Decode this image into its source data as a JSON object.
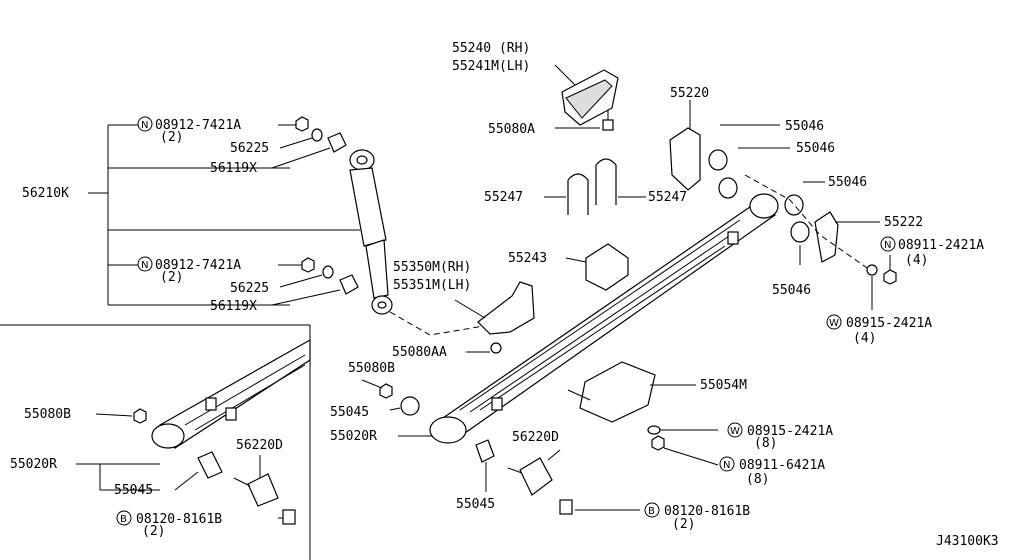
{
  "labels": {
    "p55240": "55240 (RH)",
    "p55241m": "55241M(LH)",
    "p55080a": "55080A",
    "p55220": "55220",
    "p55046_a": "55046",
    "p55046_b": "55046",
    "p55046_c": "55046",
    "p55046_d": "55046",
    "p55222": "55222",
    "p56210k": "56210K",
    "n_08912_top": "08912-7421A",
    "n_08912_top_qty": "(2)",
    "p56225_top": "56225",
    "p56119x_top": "56119X",
    "n_08912_bot": "08912-7421A",
    "n_08912_bot_qty": "(2)",
    "p56225_bot": "56225",
    "p56119x_bot": "56119X",
    "p55247_l": "55247",
    "p55247_r": "55247",
    "p55243": "55243",
    "p55350m": "55350M(RH)",
    "p55351m": "55351M(LH)",
    "n_08911_2421": "08911-2421A",
    "n_08911_2421_qty": "(4)",
    "w_08915_2421_top": "08915-2421A",
    "w_08915_2421_top_qty": "(4)",
    "p55080aa": "55080AA",
    "p55080b_main": "55080B",
    "p55045_main": "55045",
    "p55020r_main": "55020R",
    "p55054m": "55054M",
    "w_08915_2421_bot": "08915-2421A",
    "w_08915_2421_bot_qty": "(8)",
    "n_08911_6421": "08911-6421A",
    "n_08911_6421_qty": "(8)",
    "p56220d_main": "56220D",
    "p55045_main_b": "55045",
    "b_08120_main": "08120-8161B",
    "b_08120_main_qty": "(2)",
    "p55080b_inset": "55080B",
    "p55020r_inset": "55020R",
    "p55045_inset": "55045",
    "p56220d_inset": "56220D",
    "b_08120_inset": "08120-8161B",
    "b_08120_inset_qty": "(2)",
    "diagram_code": "J43100K3"
  },
  "symbols": {
    "n": "N",
    "w": "W",
    "b": "B"
  }
}
